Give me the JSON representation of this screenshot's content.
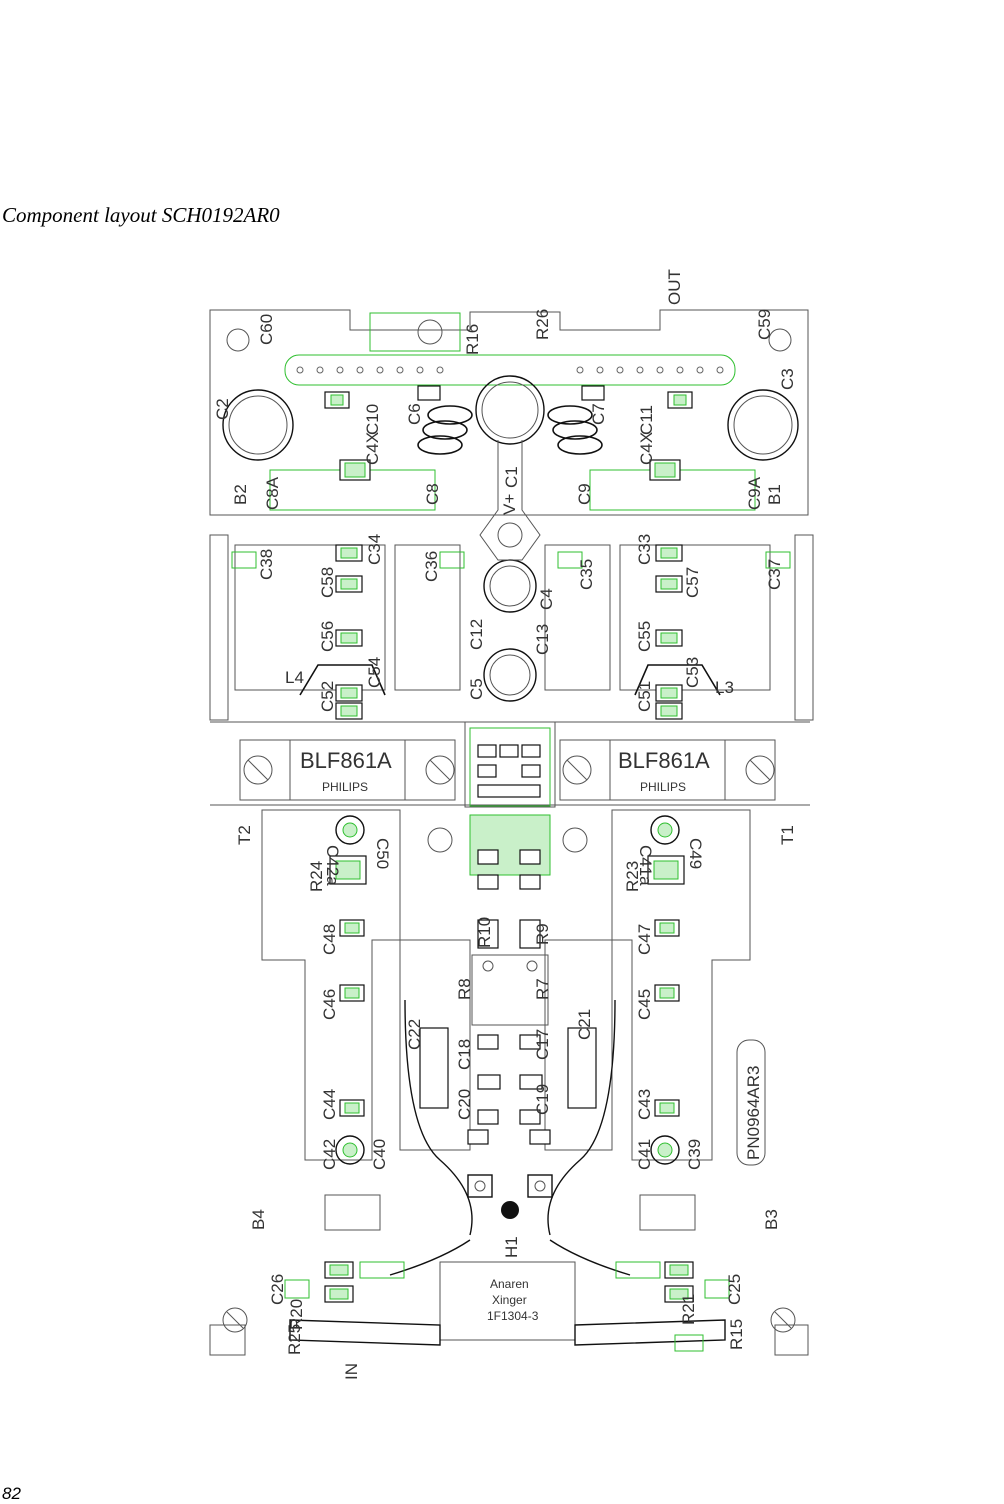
{
  "caption": "Component layout SCH0192AR0",
  "page_number": "82",
  "colors": {
    "outline": "#555555",
    "silkscreen_green": "#2fbf2f",
    "text": "#333333"
  },
  "transistors": [
    {
      "id": "left",
      "part": "BLF861A",
      "maker": "PHILIPS",
      "ref": "T2"
    },
    {
      "id": "right",
      "part": "BLF861A",
      "maker": "PHILIPS",
      "ref": "T1"
    }
  ],
  "coupler": {
    "line1": "Anaren",
    "line2": "Xinger",
    "line3": "1F1304-3"
  },
  "part_number": "PN0964AR3",
  "connectors": {
    "output": "OUT",
    "input": "IN",
    "supply": "V+"
  },
  "labels": [
    {
      "t": "C60"
    },
    {
      "t": "C2"
    },
    {
      "t": "B2"
    },
    {
      "t": "C8A"
    },
    {
      "t": "C10"
    },
    {
      "t": "C4X"
    },
    {
      "t": "C6"
    },
    {
      "t": "C8"
    },
    {
      "t": "R16"
    },
    {
      "t": "R26"
    },
    {
      "t": "C1"
    },
    {
      "t": "C7"
    },
    {
      "t": "C9"
    },
    {
      "t": "C11"
    },
    {
      "t": "C4X"
    },
    {
      "t": "C9A"
    },
    {
      "t": "B1"
    },
    {
      "t": "C59"
    },
    {
      "t": "C3"
    },
    {
      "t": "C34"
    },
    {
      "t": "C38"
    },
    {
      "t": "C58"
    },
    {
      "t": "C36"
    },
    {
      "t": "C56"
    },
    {
      "t": "C54"
    },
    {
      "t": "L4"
    },
    {
      "t": "C52"
    },
    {
      "t": "C35"
    },
    {
      "t": "C33"
    },
    {
      "t": "C57"
    },
    {
      "t": "C37"
    },
    {
      "t": "C55"
    },
    {
      "t": "C53"
    },
    {
      "t": "L3"
    },
    {
      "t": "C51"
    },
    {
      "t": "C4"
    },
    {
      "t": "C12"
    },
    {
      "t": "C13"
    },
    {
      "t": "C5"
    },
    {
      "t": "C42a"
    },
    {
      "t": "C50"
    },
    {
      "t": "R24"
    },
    {
      "t": "C48"
    },
    {
      "t": "C46"
    },
    {
      "t": "C44"
    },
    {
      "t": "C42"
    },
    {
      "t": "C40"
    },
    {
      "t": "C41a"
    },
    {
      "t": "C49"
    },
    {
      "t": "R23"
    },
    {
      "t": "C47"
    },
    {
      "t": "C45"
    },
    {
      "t": "C43"
    },
    {
      "t": "C41"
    },
    {
      "t": "C39"
    },
    {
      "t": "R10"
    },
    {
      "t": "R9"
    },
    {
      "t": "R8"
    },
    {
      "t": "R7"
    },
    {
      "t": "C22"
    },
    {
      "t": "C21"
    },
    {
      "t": "C18"
    },
    {
      "t": "C17"
    },
    {
      "t": "C20"
    },
    {
      "t": "C19"
    },
    {
      "t": "B4"
    },
    {
      "t": "B3"
    },
    {
      "t": "H1"
    },
    {
      "t": "C26"
    },
    {
      "t": "R20"
    },
    {
      "t": "R25"
    },
    {
      "t": "C25"
    },
    {
      "t": "R21"
    },
    {
      "t": "R15"
    }
  ]
}
